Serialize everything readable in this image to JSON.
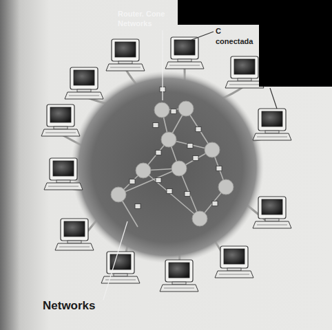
{
  "diagram": {
    "labels": [
      "Router. Cone Networks",
      "C conectada",
      "Networks"
    ]
  }
}
